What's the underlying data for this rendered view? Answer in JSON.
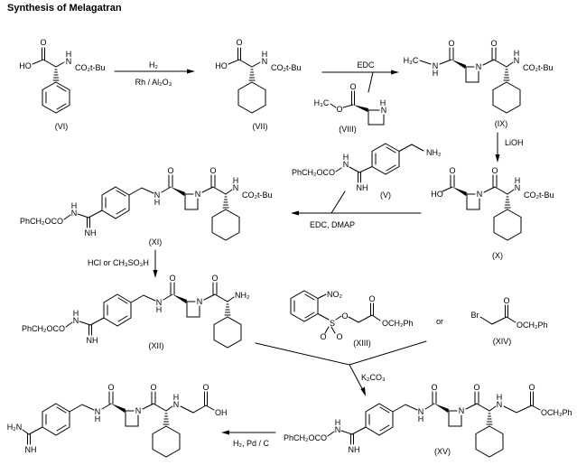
{
  "title": "Synthesis of Melagatran",
  "atoms": {
    "O": "O",
    "N": "N",
    "H": "H",
    "HO": "HO",
    "OH": "OH",
    "S": "S",
    "Br": "Br",
    "NH": "NH",
    "NH2": "NH₂",
    "H2N": "H₂N",
    "H3C": "H₃C",
    "NO2": "NO₂",
    "boc": "CO₂t-Bu",
    "cbz": "PhCH₂OCO",
    "bn_ester": "OCH₂Ph"
  },
  "compounds": {
    "V": "(V)",
    "VI": "(VI)",
    "VII": "(VII)",
    "VIII": "(VIII)",
    "IX": "(IX)",
    "X": "(X)",
    "XI": "(XI)",
    "XII": "(XII)",
    "XIII": "(XIII)",
    "XIV": "(XIV)",
    "XV": "(XV)"
  },
  "reagents": {
    "step1_top": "H₂",
    "step1_bottom": "Rh / Al₂O₃",
    "step2": "EDC",
    "step3": "LiOH",
    "step4": "EDC, DMAP",
    "step5": "HCl or CH₃SO₃H",
    "step6": "K₂CO₃",
    "step7": "H₂, Pd / C",
    "or": "or"
  }
}
